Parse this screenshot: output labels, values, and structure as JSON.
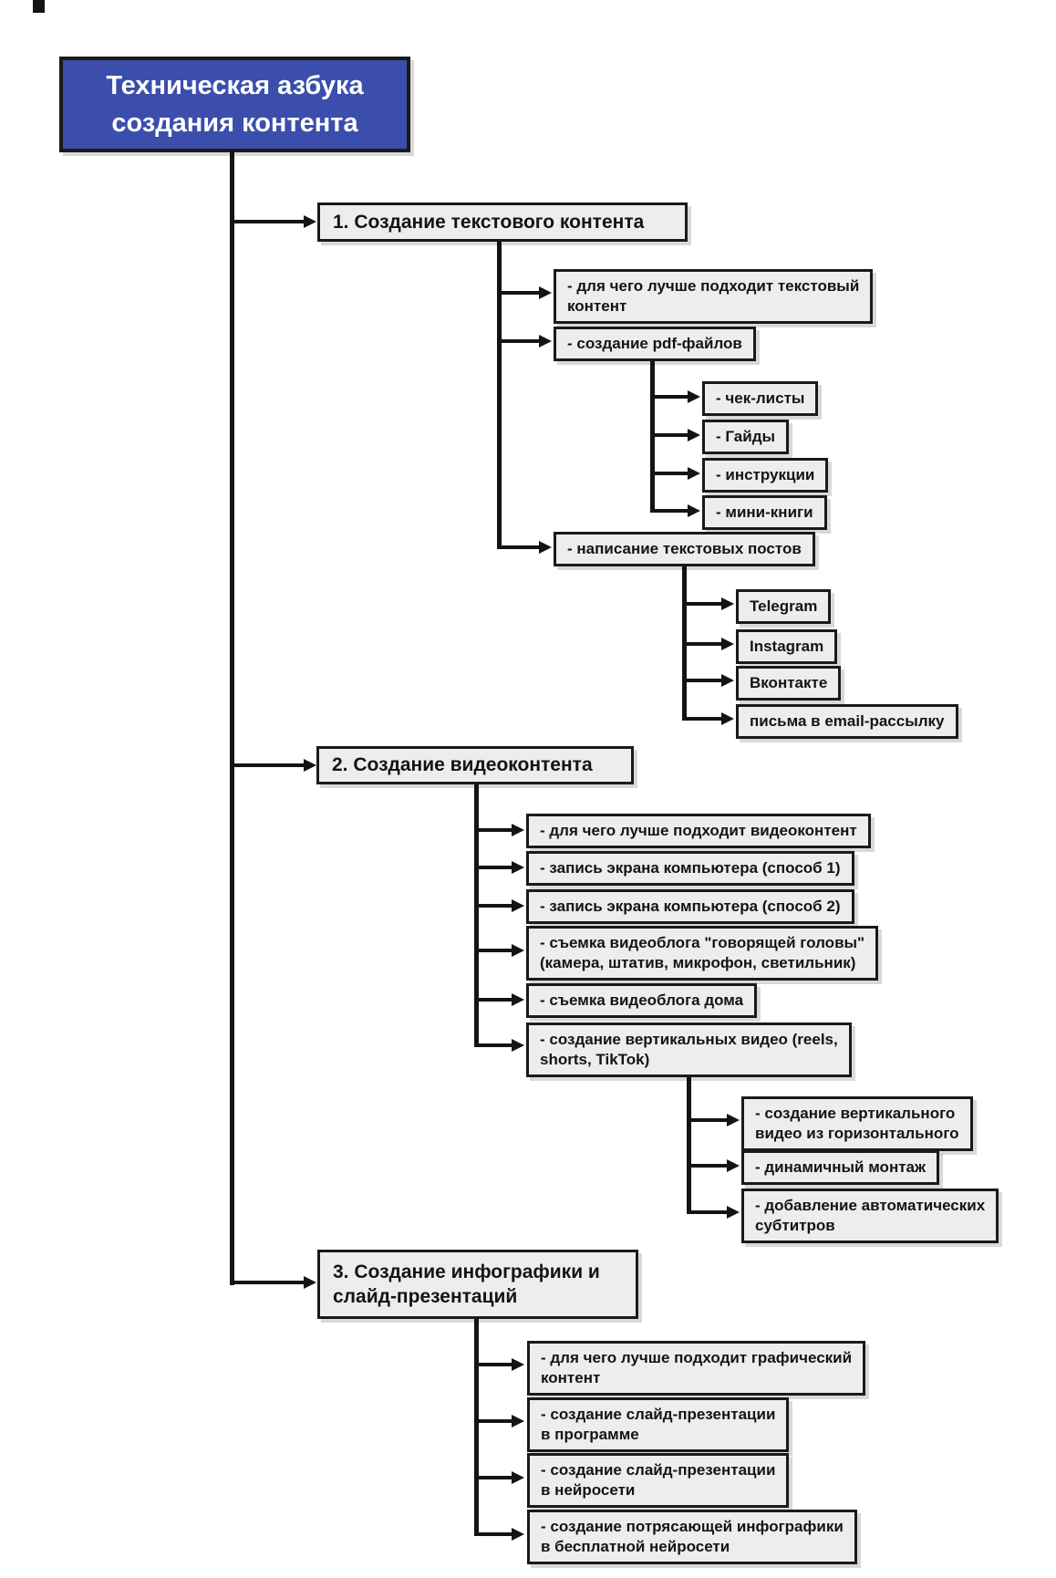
{
  "colors": {
    "root_bg": "#3C4EAB",
    "root_text": "#FFFFFF",
    "node_bg": "#EDEDED",
    "node_border": "#1A1A1A",
    "line": "#141414"
  },
  "root": {
    "title": "Техническая азбука\nсоздания контента"
  },
  "branches": [
    {
      "title": "1. Создание текстового контента",
      "children": [
        {
          "label": "- для чего лучше подходит текстовый\nконтент"
        },
        {
          "label": "- создание pdf-файлов",
          "children": [
            {
              "label": "- чек-листы"
            },
            {
              "label": "- Гайды"
            },
            {
              "label": "- инструкции"
            },
            {
              "label": "- мини-книги"
            }
          ]
        },
        {
          "label": "- написание текстовых постов",
          "children": [
            {
              "label": "Telegram"
            },
            {
              "label": "Instagram"
            },
            {
              "label": "Вконтакте"
            },
            {
              "label": "письма в email-рассылку"
            }
          ]
        }
      ]
    },
    {
      "title": "2. Создание видеоконтента",
      "children": [
        {
          "label": "- для чего лучше подходит видеоконтент"
        },
        {
          "label": "- запись экрана компьютера (способ 1)"
        },
        {
          "label": "- запись экрана компьютера (способ 2)"
        },
        {
          "label": "- съемка видеоблога \"говорящей головы\"\n(камера, штатив, микрофон, светильник)"
        },
        {
          "label": "- съемка видеоблога дома"
        },
        {
          "label": "- создание вертикальных видео (reels,\nshorts, TikTok)",
          "children": [
            {
              "label": "- создание вертикального\nвидео из горизонтального"
            },
            {
              "label": "- динамичный монтаж"
            },
            {
              "label": "- добавление автоматических\nсубтитров"
            }
          ]
        }
      ]
    },
    {
      "title": "3. Создание инфографики и\nслайд-презентаций",
      "children": [
        {
          "label": "- для чего лучше подходит графический\nконтент"
        },
        {
          "label": "- создание слайд-презентации\nв программе"
        },
        {
          "label": "- создание слайд-презентации\nв нейросети"
        },
        {
          "label": "- создание потрясающей инфографики\nв бесплатной нейросети"
        }
      ]
    }
  ]
}
